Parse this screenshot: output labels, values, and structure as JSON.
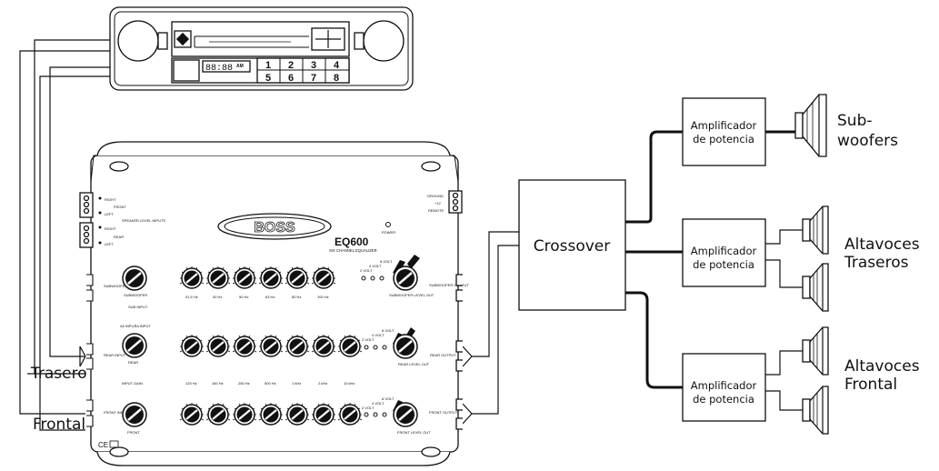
{
  "head_unit": {
    "clock": "88:88",
    "clock_suffix": "AM",
    "presets": [
      "1",
      "2",
      "3",
      "4",
      "5",
      "6",
      "7",
      "8"
    ]
  },
  "equalizer": {
    "brand": "BOSS",
    "model": "EQ600",
    "subtitle": "SIX CHANNEL EQUALIZER",
    "power": "POWER",
    "input_labels": [
      "RIGHT",
      "FRONT",
      "LEFT",
      "SPEAKER LEVEL INPUTS",
      "RIGHT",
      "REAR",
      "LEFT"
    ],
    "power_terminals": [
      "GROUND",
      "+12",
      "REMOTE"
    ],
    "row1_freqs": [
      "31.5 Hz",
      "40 Hz",
      "50 Hz",
      "63 Hz",
      "80 Hz",
      "100 Hz"
    ],
    "row2_freqs": [
      "125 Hz",
      "160 Hz",
      "250 Hz",
      "500 Hz",
      "1 kHz",
      "2 kHz",
      "10 kHz"
    ],
    "volt_labels": [
      "2 VOLT",
      "4 VOLT",
      "8 VOLT"
    ],
    "sub_input": "SUBWOOFER INPUT",
    "sub_knob": "SUBWOOFER",
    "sub_level": "SUBWOOFER LEVEL OUT",
    "sub_output": "SUBWOOFER OUTPUT",
    "sub_input_toggle": "SUB INPUT",
    "rear_input": "REAR INPUT",
    "rear_knob": "REAR",
    "rear_level": "REAR LEVEL OUT",
    "rear_output": "REAR OUTPUT",
    "front_input": "FRONT INPUT",
    "front_knob": "FRONT",
    "front_level": "FRONT LEVEL OUT",
    "front_output": "FRONT OUTPUT",
    "input_gain": "INPUT GAIN",
    "input_toggles": [
      "4A INPUT",
      "2A INPUT"
    ],
    "cert_mark": "CE"
  },
  "labels": {
    "trasero": "Trasero",
    "frontal": "Frontal",
    "crossover": "Crossover",
    "amp_line1": "Amplificador",
    "amp_line2": "de potencia",
    "sub_line1": "Sub-",
    "sub_line2": "woofers",
    "rear_line1": "Altavoces",
    "rear_line2": "Traseros",
    "front_line1": "Altavoces",
    "front_line2": "Frontal"
  }
}
